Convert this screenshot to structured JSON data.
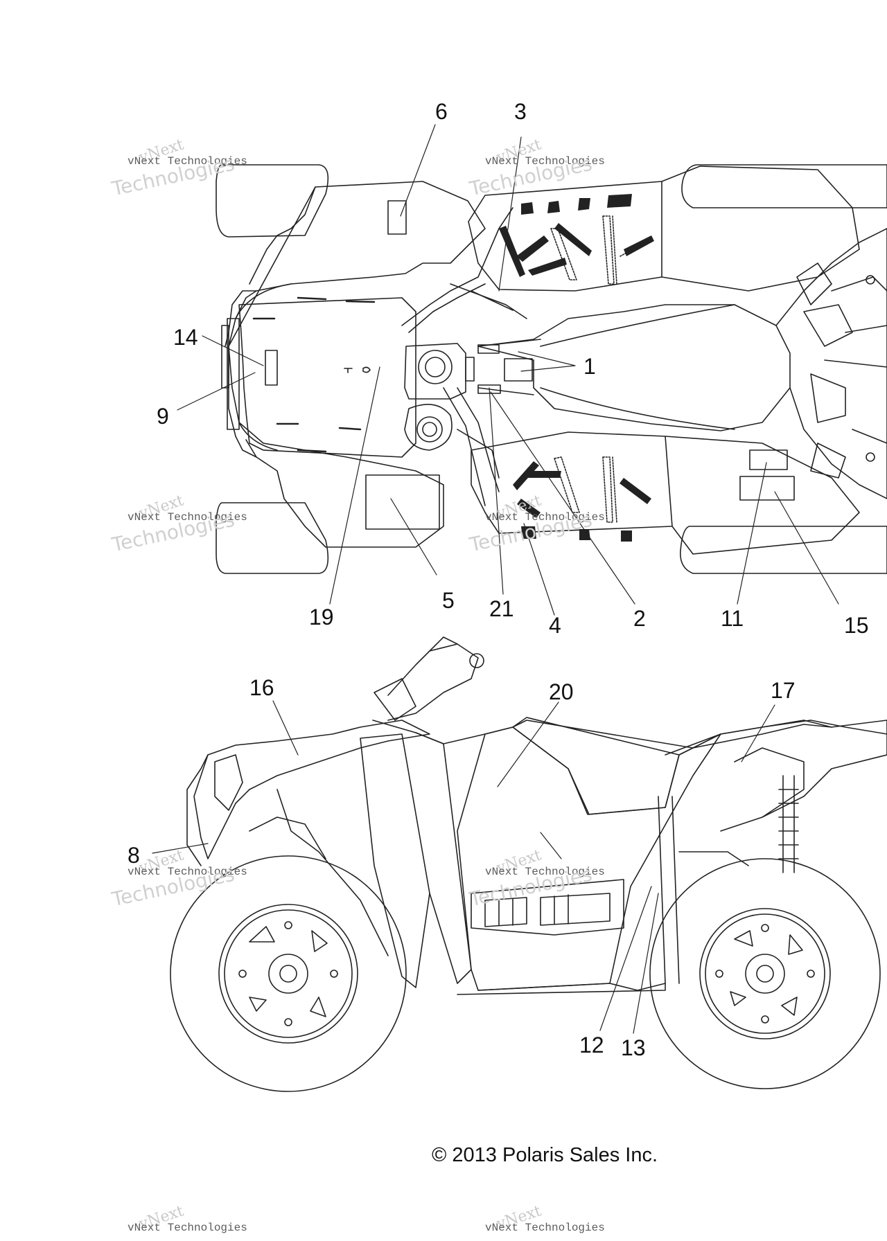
{
  "callouts": {
    "top": [
      "6",
      "3",
      "14",
      "1",
      "9",
      "19",
      "5",
      "21",
      "4",
      "2",
      "11",
      "15"
    ],
    "side": [
      "16",
      "20",
      "17",
      "8",
      "12",
      "13"
    ]
  },
  "watermark": {
    "line1": "vNext",
    "line2": "vNext Technologies",
    "line3": "Technologies"
  },
  "copyright": "© 2013 Polaris Sales Inc."
}
